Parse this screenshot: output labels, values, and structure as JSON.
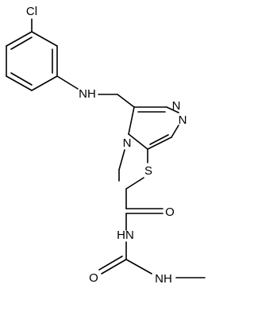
{
  "molecule": {
    "labels": {
      "cl": "Cl",
      "nh_amine": "NH",
      "n_ring_top": "N",
      "n_ring_right": "N",
      "n_ring_ethyl": "N",
      "s": "S",
      "o_upper": "O",
      "nh_urea": "HN",
      "o_lower": "O",
      "nh_methyl": "NH"
    },
    "colors": {
      "bond": "#000000",
      "text": "#000000",
      "background": "#ffffff"
    }
  }
}
